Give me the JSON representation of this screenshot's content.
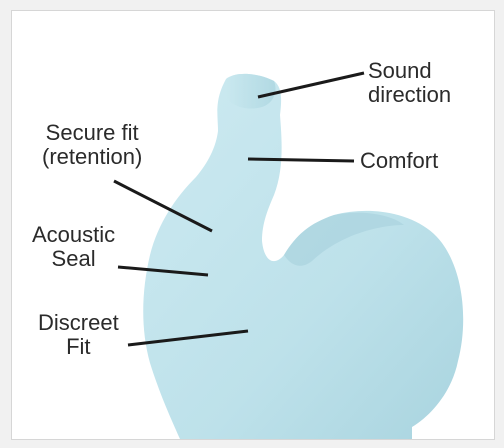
{
  "diagram": {
    "labels": {
      "sound_direction": [
        "Sound",
        "direction"
      ],
      "comfort": "Comfort",
      "secure_fit": [
        "Secure fit",
        "(retention)"
      ],
      "acoustic_seal": [
        "Acoustic",
        "Seal"
      ],
      "discreet_fit": [
        "Discreet",
        "Fit"
      ]
    },
    "colors": {
      "earmold": "#bfe3ec",
      "earmold_shadow": "#9ccad6",
      "leader_line": "#1a1a1a",
      "text": "#2b2b2b",
      "background": "#ffffff"
    }
  }
}
